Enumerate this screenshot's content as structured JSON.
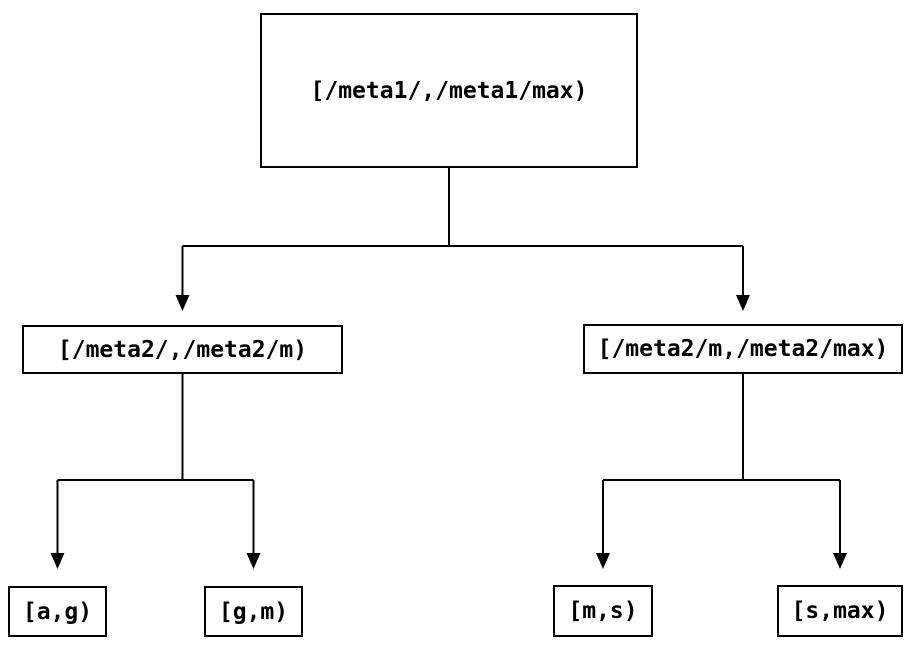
{
  "diagram": {
    "nodes": {
      "root": "[/meta1/,/meta1/max)",
      "left": "[/meta2/,/meta2/m)",
      "right": "[/meta2/m,/meta2/max)",
      "leaf_ag": "[a,g)",
      "leaf_gm": "[g,m)",
      "leaf_ms": "[m,s)",
      "leaf_smax": "[s,max)"
    },
    "colors": {
      "line": "#000000",
      "text": "#000000",
      "background": "#ffffff"
    }
  }
}
